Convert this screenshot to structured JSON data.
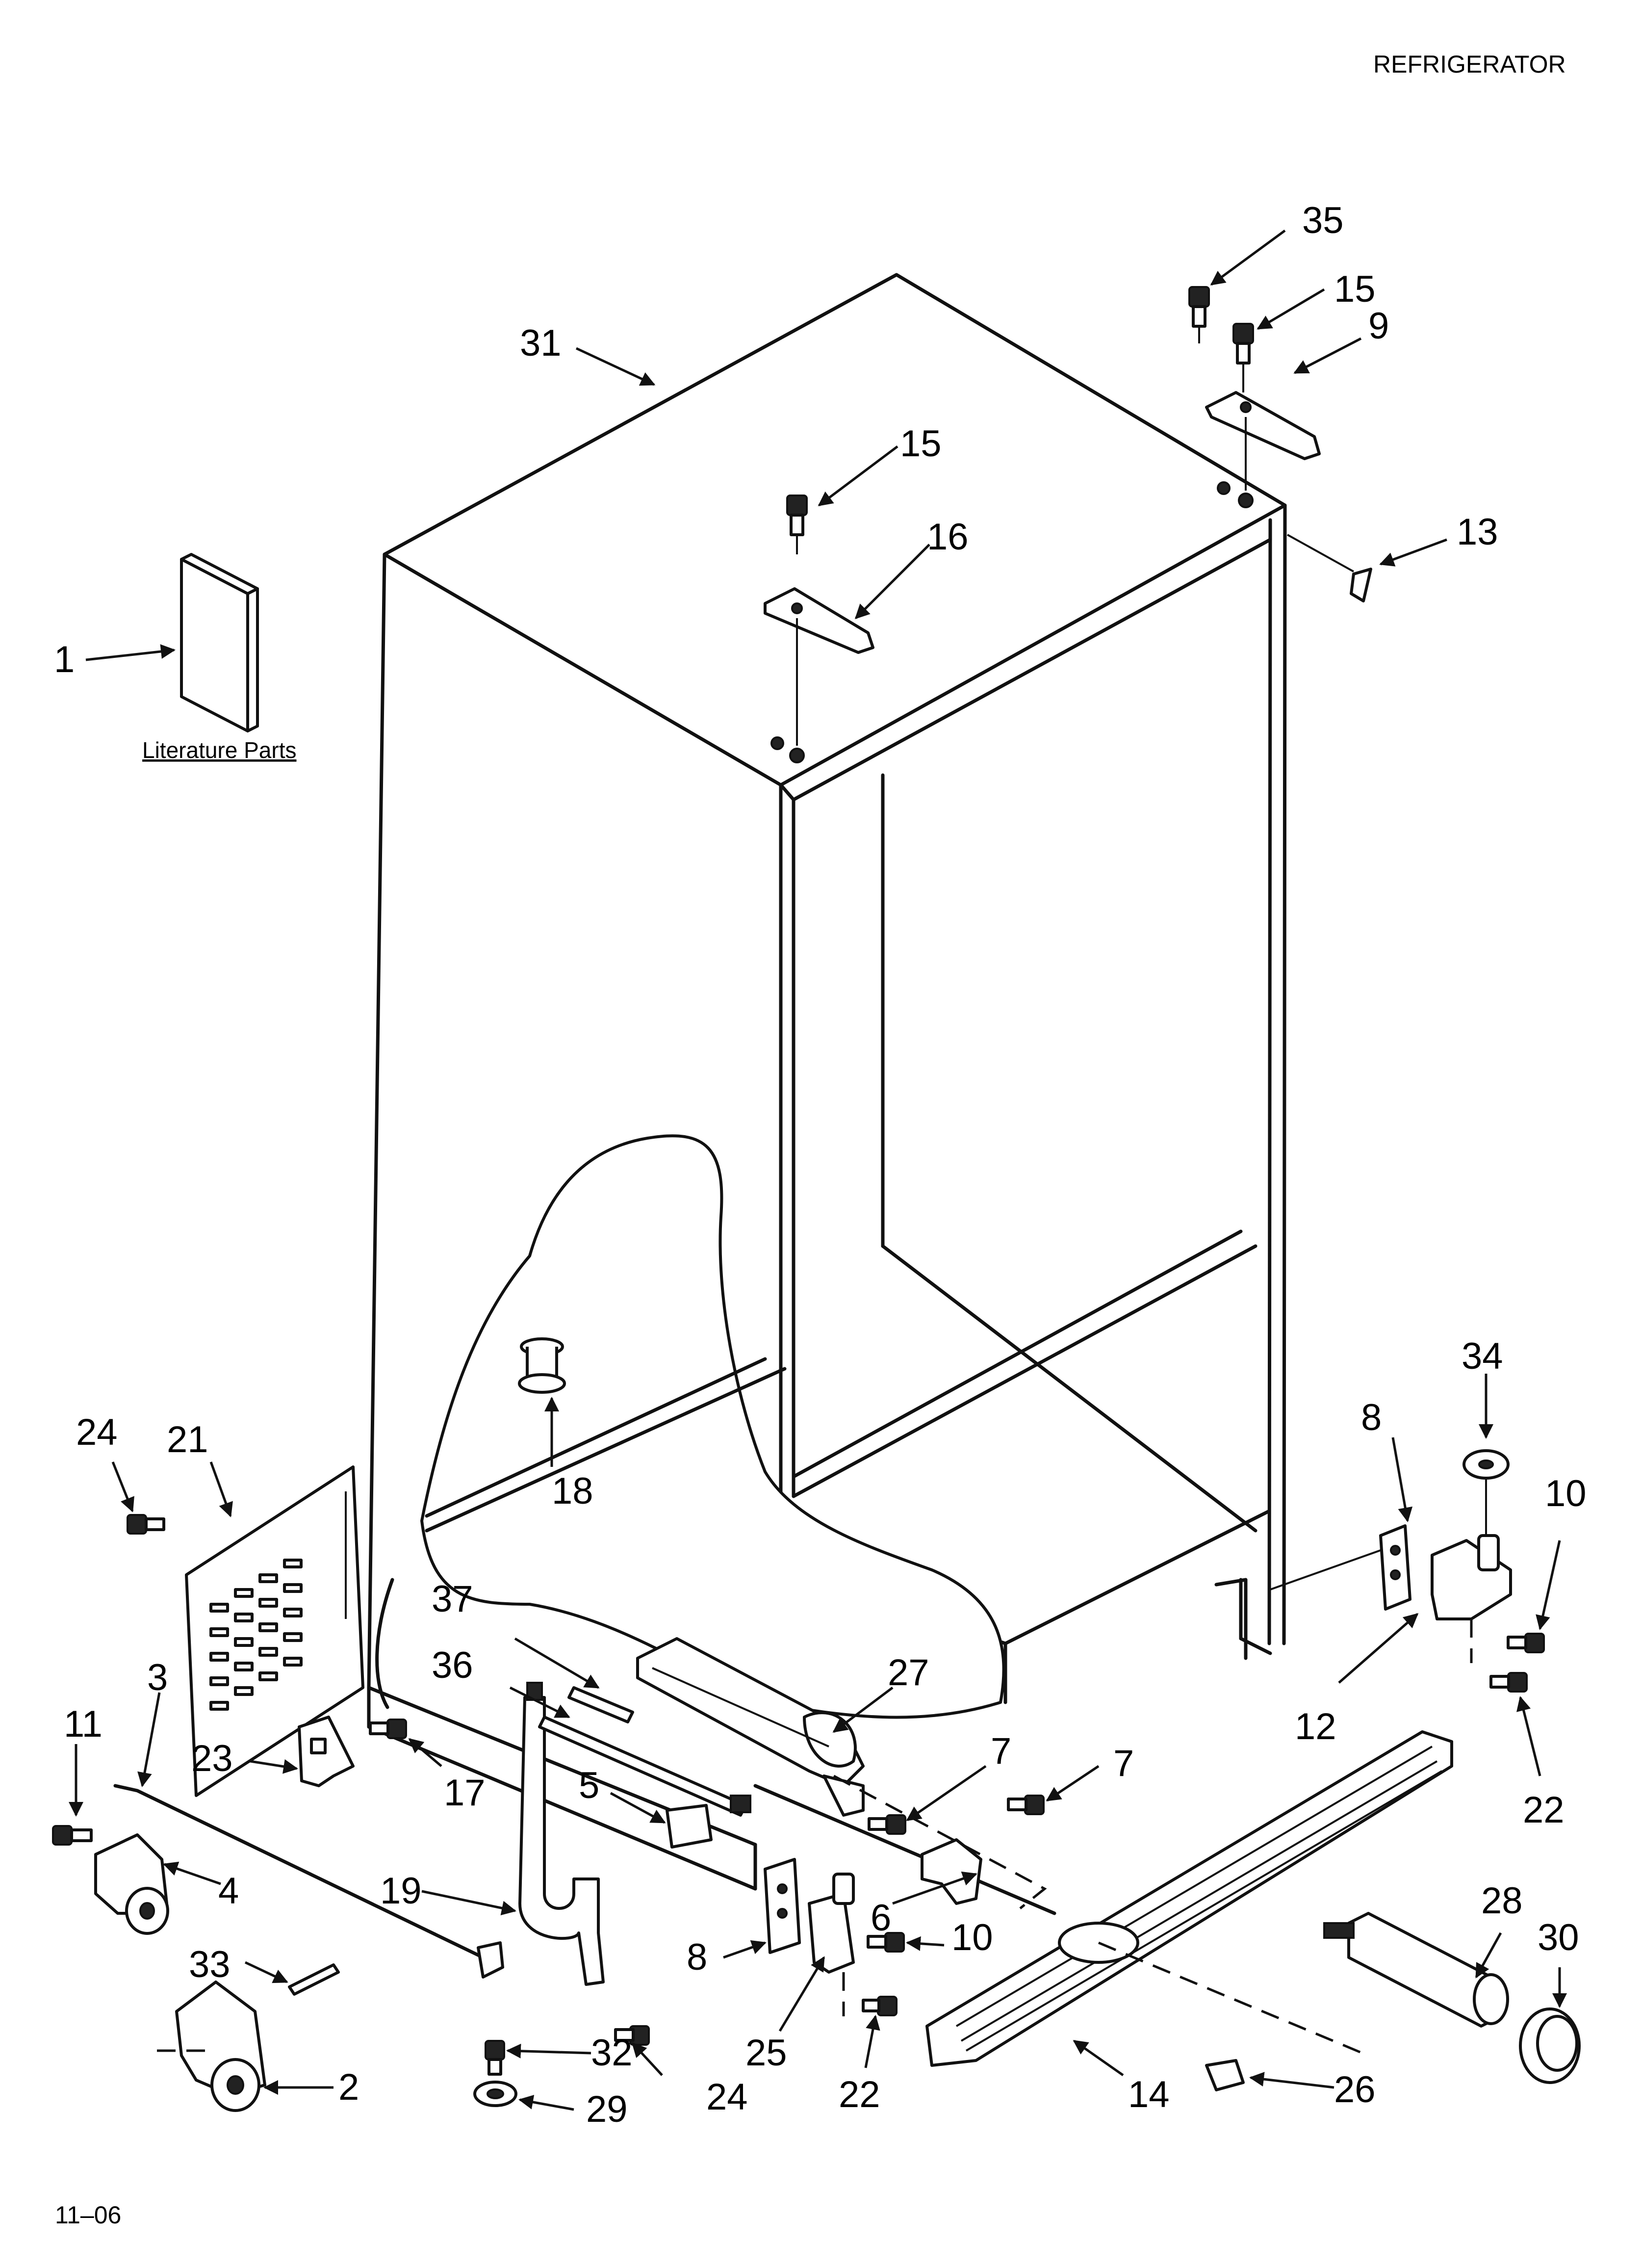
{
  "header": {
    "title": "REFRIGERATOR"
  },
  "footer": {
    "date_code": "11–06"
  },
  "literature": {
    "label": "Literature Parts"
  },
  "callouts": {
    "c1": "1",
    "c2": "2",
    "c3": "3",
    "c4": "4",
    "c5": "5",
    "c6": "6",
    "c7a": "7",
    "c7b": "7",
    "c8a": "8",
    "c8b": "8",
    "c9": "9",
    "c10a": "10",
    "c10b": "10",
    "c11": "11",
    "c12": "12",
    "c13": "13",
    "c14": "14",
    "c15a": "15",
    "c15b": "15",
    "c16": "16",
    "c17": "17",
    "c18": "18",
    "c19": "19",
    "c21": "21",
    "c22a": "22",
    "c22b": "22",
    "c23": "23",
    "c24a": "24",
    "c24b": "24",
    "c25": "25",
    "c26": "26",
    "c27": "27",
    "c28": "28",
    "c29": "29",
    "c30": "30",
    "c31": "31",
    "c32": "32",
    "c33": "33",
    "c34": "34",
    "c35": "35",
    "c36": "36",
    "c37": "37"
  }
}
